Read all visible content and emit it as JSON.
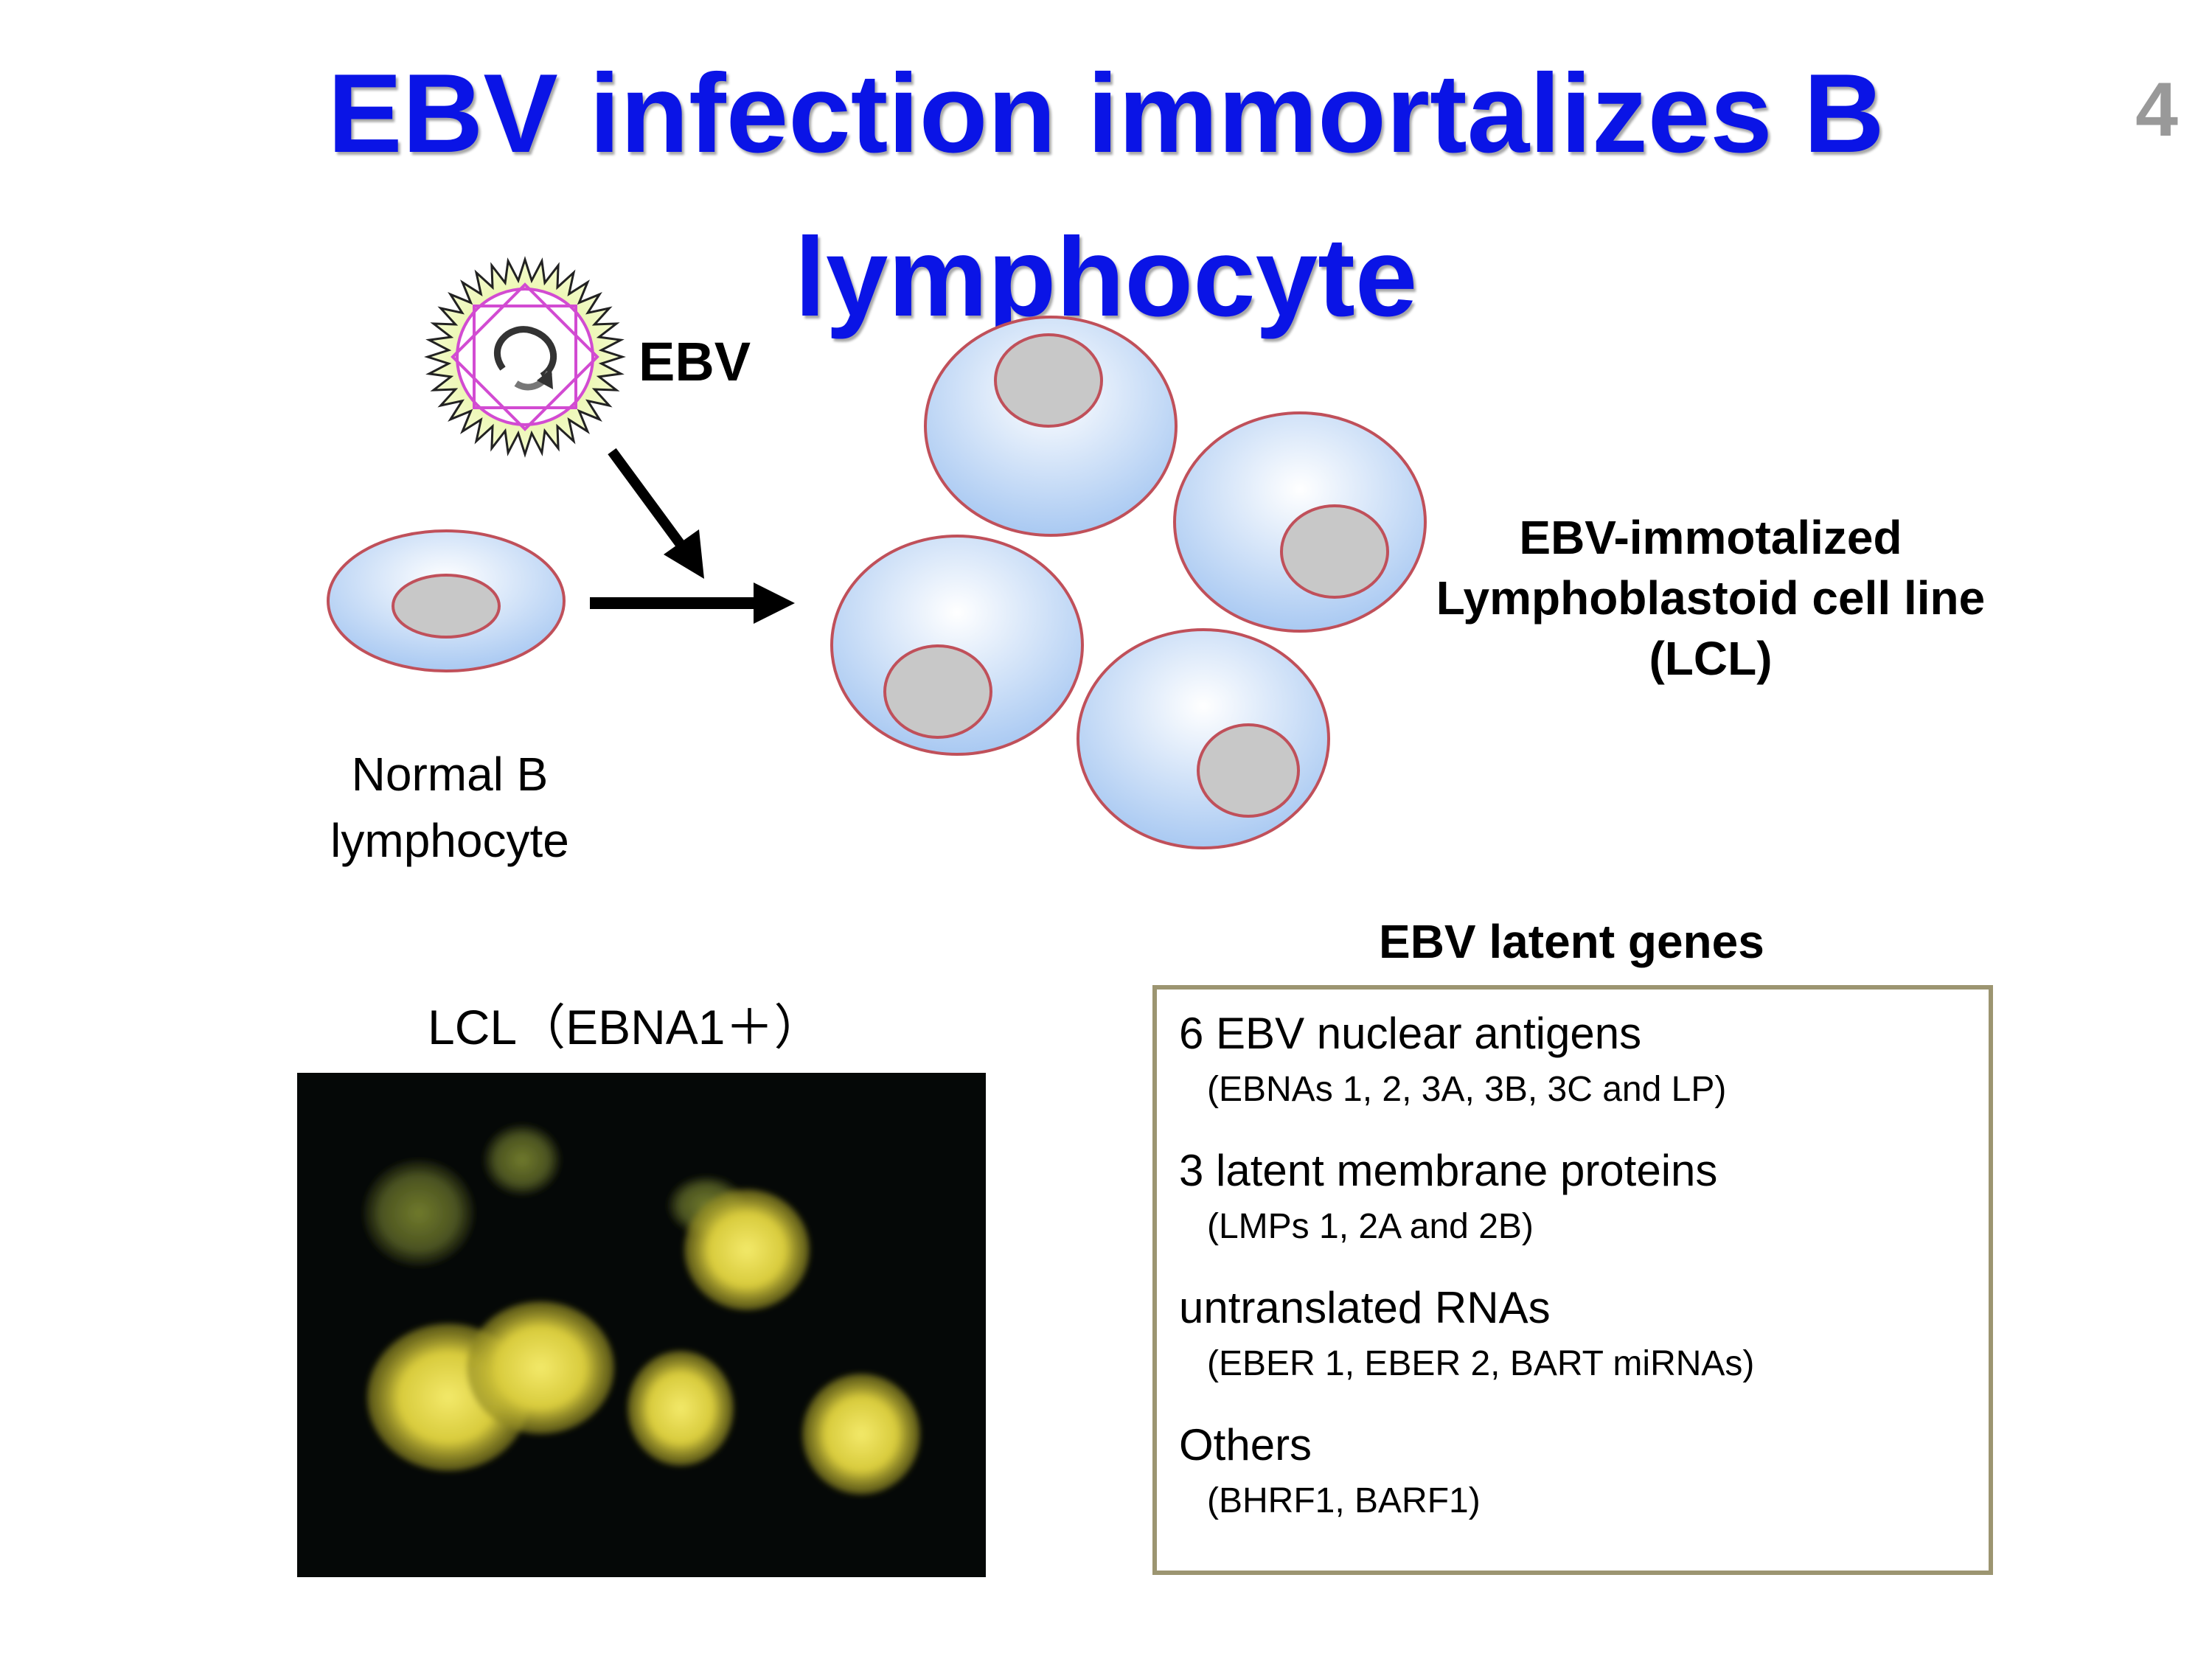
{
  "slide": {
    "title_line1": "EBV infection immortalizes B",
    "title_line2": "lymphocyte",
    "page_number": "4"
  },
  "diagram": {
    "virus_label": "EBV",
    "normal_cell_label_line1": "Normal B",
    "normal_cell_label_line2": "lymphocyte",
    "lcl_label_line1": "EBV-immotalized",
    "lcl_label_line2": "Lymphoblastoid cell line",
    "lcl_label_line3": "(LCL)"
  },
  "micrograph": {
    "caption": "LCL（EBNA1＋）"
  },
  "latent_genes": {
    "heading": "EBV latent genes",
    "groups": [
      {
        "title": "6 EBV nuclear antigens",
        "detail": "(EBNAs 1, 2, 3A, 3B, 3C and LP)"
      },
      {
        "title": "3 latent membrane proteins",
        "detail": "(LMPs 1, 2A and 2B)"
      },
      {
        "title": "untranslated RNAs",
        "detail": "(EBER 1, EBER 2, BART miRNAs)"
      },
      {
        "title": "Others",
        "detail": "(BHRF1, BARF1)"
      }
    ]
  },
  "colors": {
    "title": "#0a14e6",
    "cell_fill": "#c6dcf7",
    "cell_border": "#c0505a",
    "nucleus": "#c8c8c8",
    "box_border": "#9c9571"
  }
}
